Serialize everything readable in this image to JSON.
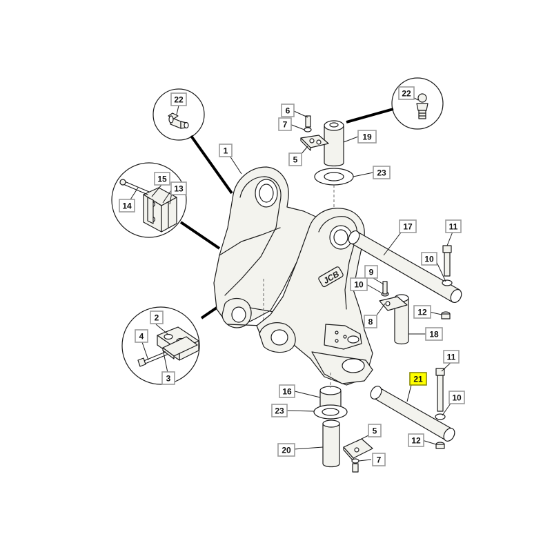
{
  "brand": {
    "logo": "JCB"
  },
  "callouts": [
    {
      "id": "c22a",
      "label": "22"
    },
    {
      "id": "c22b",
      "label": "22"
    },
    {
      "id": "c6",
      "label": "6"
    },
    {
      "id": "c7a",
      "label": "7"
    },
    {
      "id": "c19",
      "label": "19"
    },
    {
      "id": "c5a",
      "label": "5"
    },
    {
      "id": "c23a",
      "label": "23"
    },
    {
      "id": "c1",
      "label": "1"
    },
    {
      "id": "c15",
      "label": "15"
    },
    {
      "id": "c13",
      "label": "13"
    },
    {
      "id": "c14",
      "label": "14"
    },
    {
      "id": "c17",
      "label": "17"
    },
    {
      "id": "c11a",
      "label": "11"
    },
    {
      "id": "c10a",
      "label": "10"
    },
    {
      "id": "c9",
      "label": "9"
    },
    {
      "id": "c10b",
      "label": "10"
    },
    {
      "id": "c8",
      "label": "8"
    },
    {
      "id": "c12a",
      "label": "12"
    },
    {
      "id": "c18",
      "label": "18"
    },
    {
      "id": "c2",
      "label": "2"
    },
    {
      "id": "c4",
      "label": "4"
    },
    {
      "id": "c3",
      "label": "3"
    },
    {
      "id": "c11b",
      "label": "11"
    },
    {
      "id": "c21",
      "label": "21",
      "highlighted": true
    },
    {
      "id": "c16",
      "label": "16"
    },
    {
      "id": "c10c",
      "label": "10"
    },
    {
      "id": "c23b",
      "label": "23"
    },
    {
      "id": "c5b",
      "label": "5"
    },
    {
      "id": "c12b",
      "label": "12"
    },
    {
      "id": "c20",
      "label": "20"
    },
    {
      "id": "c7b",
      "label": "7"
    }
  ],
  "colors": {
    "highlight": "#ffff00",
    "box_border": "#9a9a9a",
    "line": "#1a1a1a"
  }
}
